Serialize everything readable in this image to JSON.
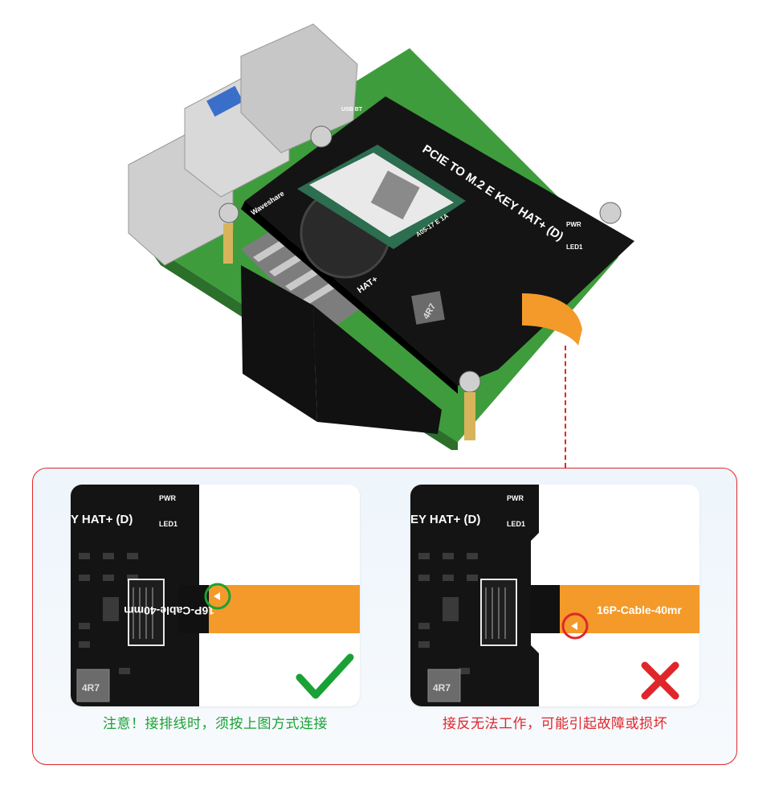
{
  "hero": {
    "board_title": "PCIE TO M.2 E KEY HAT+ (D)",
    "brand": "Waveshare",
    "label_hat": "HAT+",
    "label_pwr": "PWR",
    "label_led1": "LED1",
    "label_usb": "USB BT",
    "label_ant": "A05-17 E 1A",
    "label_inductor": "4R7"
  },
  "panel": {
    "correct": {
      "board_title": "Y HAT+ (D)",
      "pwr": "PWR",
      "led1": "LED1",
      "cable_text": "16P-Cable-40mm",
      "inductor": "4R7",
      "caption": "注意！接排线时，须按上图方式连接",
      "icon": "check-icon"
    },
    "wrong": {
      "board_title": "EY HAT+ (D)",
      "pwr": "PWR",
      "led1": "LED1",
      "cable_text": "16P-Cable-40mr",
      "inductor": "4R7",
      "caption": "接反无法工作，可能引起故障或损坏",
      "icon": "cross-icon"
    }
  },
  "colors": {
    "accent_red": "#e0262b",
    "accent_green": "#1aa135",
    "cable_orange": "#f39a2a",
    "board_black": "#141414",
    "pcb_green": "#3f9c3c"
  }
}
